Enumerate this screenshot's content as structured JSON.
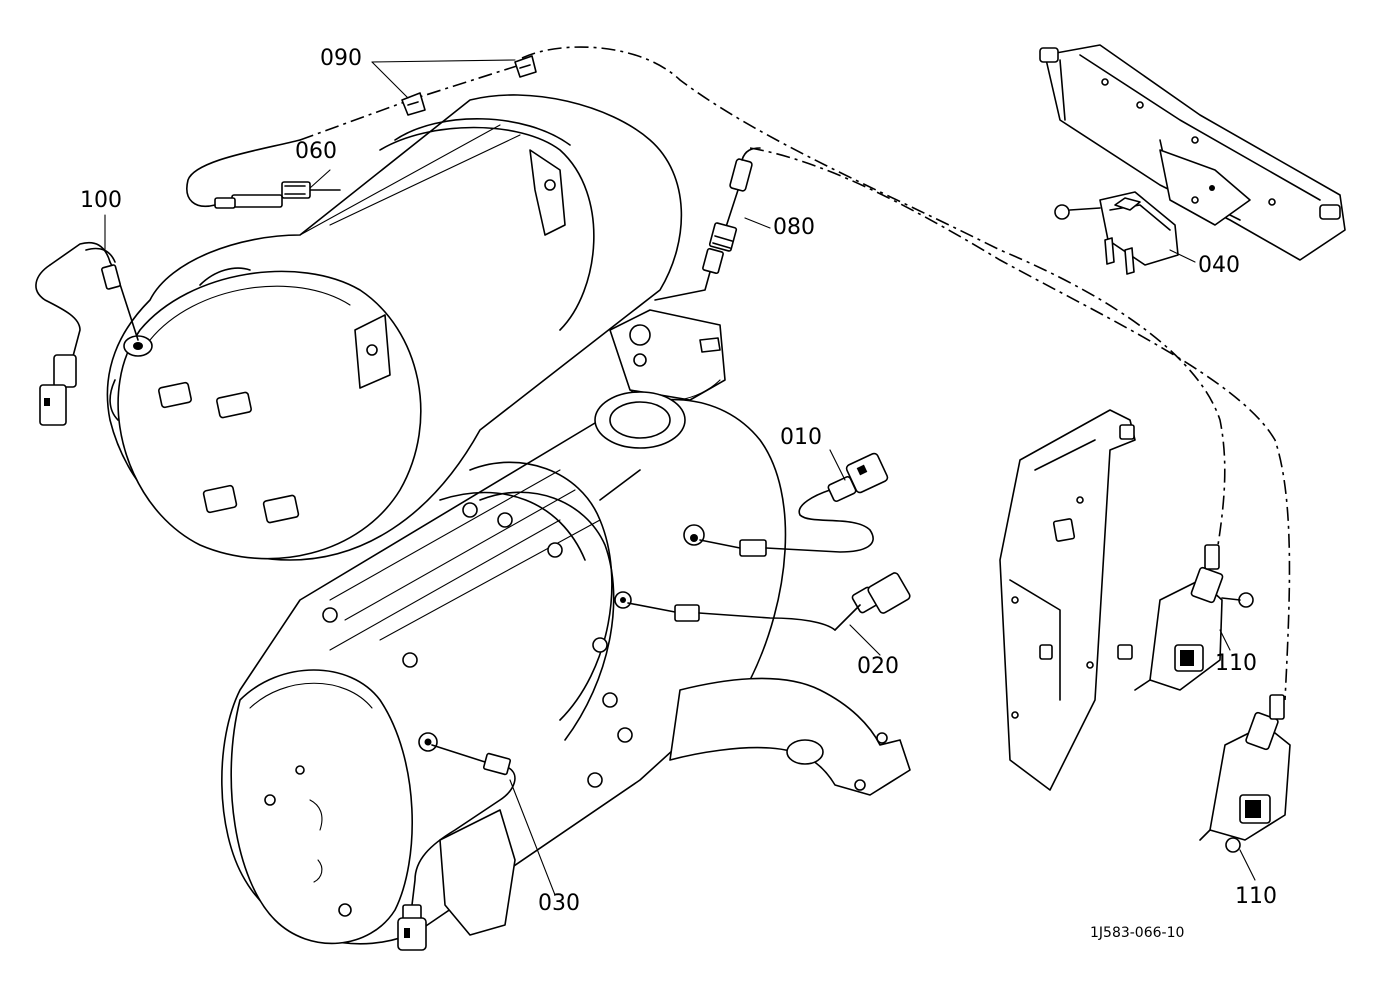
{
  "callouts": {
    "c010": "010",
    "c020": "020",
    "c030": "030",
    "c040": "040",
    "c060": "060",
    "c080": "080",
    "c090": "090",
    "c100": "100",
    "c110a": "110",
    "c110b": "110"
  },
  "drawing_code": "1J583-066-10"
}
